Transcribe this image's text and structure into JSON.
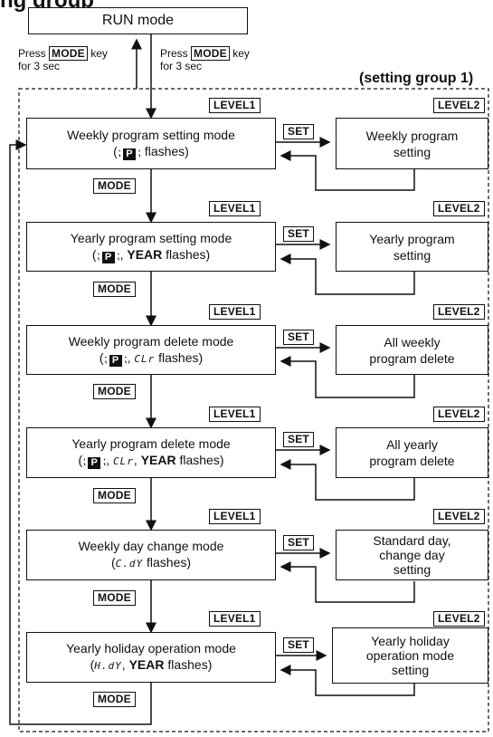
{
  "title_partial": "ng group",
  "run_mode": "RUN mode",
  "press_left": {
    "pre": "Press",
    "key": "MODE",
    "post": "key",
    "line2": "for 3 sec"
  },
  "press_right": {
    "pre": "Press",
    "key": "MODE",
    "post": "key",
    "line2": "for 3 sec"
  },
  "group_label": "(setting group 1)",
  "level1": "LEVEL1",
  "level2": "LEVEL2",
  "set_key": "SET",
  "mode_key": "MODE",
  "lcd_p": "P",
  "rows": [
    {
      "mode_line1": "Weekly program setting mode",
      "flash_text": "flashes)",
      "l2_line1": "Weekly program",
      "l2_line2": "setting"
    },
    {
      "mode_line1": "Yearly program setting mode",
      "year": "YEAR",
      "flash_text": "flashes)",
      "l2_line1": "Yearly program",
      "l2_line2": "setting"
    },
    {
      "mode_line1": "Weekly program delete mode",
      "seg": "CLr",
      "flash_text": "flashes)",
      "l2_line1": "All weekly",
      "l2_line2": "program delete"
    },
    {
      "mode_line1": "Yearly program delete mode",
      "seg": "CLr",
      "year": "YEAR",
      "flash_text": "flashes)",
      "l2_line1": "All yearly",
      "l2_line2": "program delete"
    },
    {
      "mode_line1": "Weekly day change mode",
      "seg": "C.dY",
      "flash_text": "flashes)",
      "l2_line1": "Standard day,",
      "l2_line2": "change day",
      "l2_line3": "setting"
    },
    {
      "mode_line1": "Yearly holiday operation mode",
      "seg": "H.dY",
      "year": "YEAR",
      "flash_text": "flashes)",
      "l2_line1": "Yearly holiday",
      "l2_line2": "operation mode",
      "l2_line3": "setting"
    }
  ]
}
